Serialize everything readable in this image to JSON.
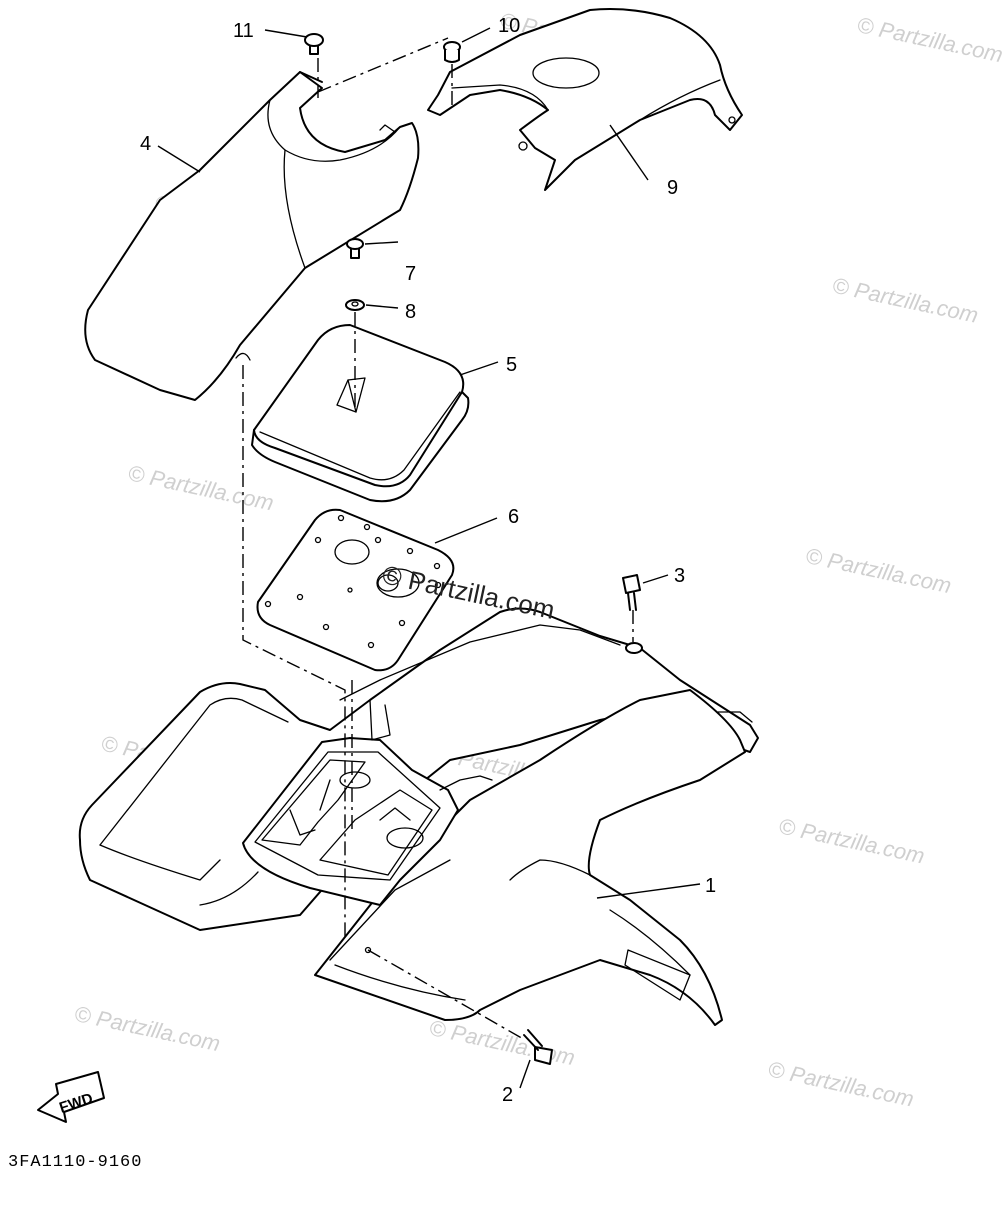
{
  "diagram": {
    "part_code": "3FA1110-9160",
    "direction_label": "FWD",
    "watermark": "© Partzilla.com",
    "callouts": [
      "1",
      "2",
      "3",
      "4",
      "5",
      "6",
      "7",
      "8",
      "9",
      "10",
      "11"
    ]
  }
}
